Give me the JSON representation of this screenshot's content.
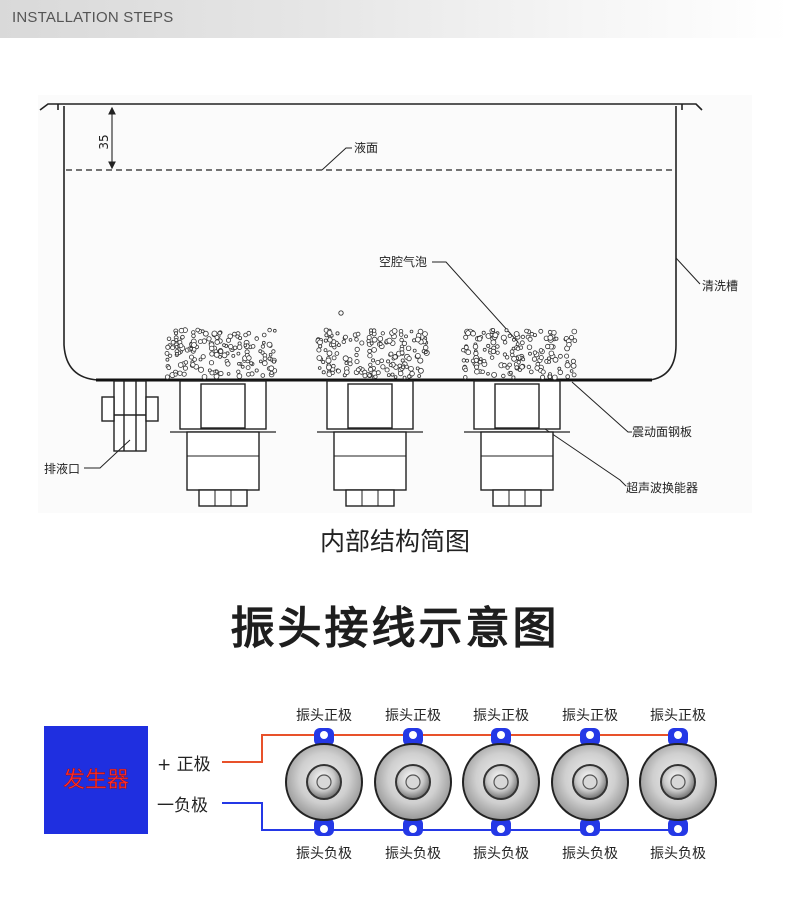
{
  "header": {
    "title": "INSTALLATION STEPS"
  },
  "structure": {
    "caption": "内部结构简图",
    "labels": {
      "dimension": "35",
      "liquid_level": "液面",
      "cavitation": "空腔气泡",
      "tank": "清洗槽",
      "plate": "震动面钢板",
      "transducer": "超声波换能器",
      "drain": "排液口"
    }
  },
  "wiring": {
    "title": "振头接线示意图",
    "generator_label": "发生器",
    "positive_label": "+ 正极",
    "negative_label": "一负极",
    "head_count": 5,
    "top_labels": [
      "振头正极",
      "振头正极",
      "振头正极",
      "振头正极",
      "振头正极"
    ],
    "bottom_labels": [
      "振头负极",
      "振头负极",
      "振头负极",
      "振头负极",
      "振头负极"
    ],
    "colors": {
      "generator": "#1f2fe0",
      "generator_text": "#ff2a2a",
      "positive_wire": "#e8512a",
      "negative_wire": "#2438e6"
    }
  }
}
